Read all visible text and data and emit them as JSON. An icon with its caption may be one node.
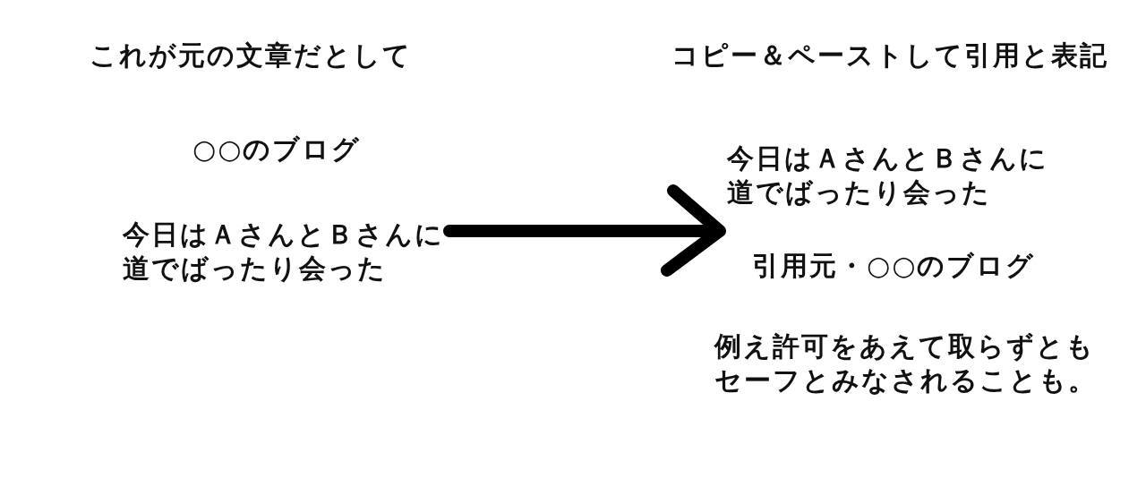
{
  "diagram": {
    "nodes": [
      {
        "text": [
          "今日はＡさんとＢさんに道でばったり会った"
        ]
      },
      {
        "text": [
          "今日はＡさんとＢさんに道でばったり会った"
        ]
      }
    ],
    "edges": [
      {
        "from": 0,
        "to": 1,
        "arrow": "to"
      }
    ],
    "labels": [
      "これが元の文章だとして",
      "コピー＆ペーストして引用と表記",
      "○○のブログ",
      "引用元・○○のブログ",
      "例え許可をあえて取らずともセーフとみなされることも。"
    ]
  }
}
